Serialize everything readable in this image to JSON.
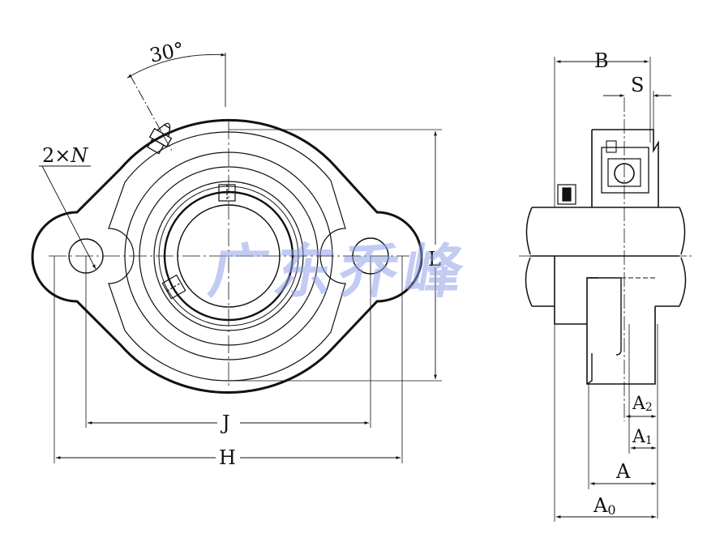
{
  "drawing": {
    "angle_label": "30°",
    "bolt_holes_label_prefix": "2×",
    "bolt_holes_label_var": "N",
    "dim_L": "L",
    "dim_J": "J",
    "dim_H": "H",
    "dim_B": "B",
    "dim_S": "S",
    "dim_A2_base": "A",
    "dim_A2_sub": "2",
    "dim_A1_base": "A",
    "dim_A1_sub": "1",
    "dim_A": "A",
    "dim_A0_base": "A",
    "dim_A0_sub": "0"
  },
  "watermark": "广东乔峰",
  "colors": {
    "line": "#111111",
    "watermark": "#8fa0e8"
  }
}
